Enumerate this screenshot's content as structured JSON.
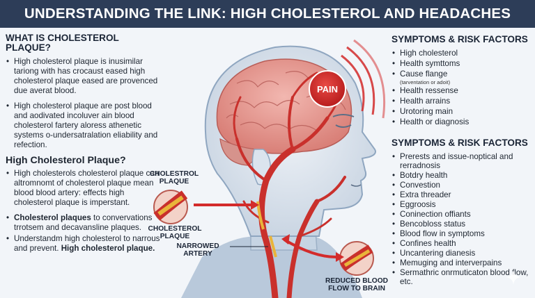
{
  "title": "UNDERSTANDING THE LINK: HIGH CHOLESTEROL AND HEADACHES",
  "left": {
    "heading": "WHAT IS CHOLESTEROL PLAQUE?",
    "bullets1": [
      "High cholesterol plaque is inusimilar tariong with has crocaust eased high cholesterol plaque eased are provenced due averat blood.",
      "High cholesterol plaque are post blood and aodivated incoluver ain blood cholesterol fartery aloress athenetic systems o-undersatralation eliability and refection."
    ],
    "subheading": "High Cholesterol Plaque?",
    "bullets2": [
      "High cholesterols cholesterol plaque can altromnomt of cholesterol plaque mean blood blood artery: effects high cholesterol plaque is imperstant."
    ],
    "bullets3_bold_lead": "Cholesterol plaques",
    "bullets3_rest": " to convervations trrotsem and decavansline plaques.",
    "bullets4_lead": "Understandm high cholesterol to narrous and prevent. ",
    "bullets4_bold": "High cholesterol plaque."
  },
  "right_top": {
    "heading": "SYMPTOMS & RISK FACTORS",
    "items": [
      "High cholesterol",
      "Health symttoms",
      "Cause flange"
    ],
    "note": "(tarventation or adoit)",
    "items2": [
      "Health ressense",
      "Health arrains",
      "Urotoring main",
      "Health or diagnosis"
    ]
  },
  "right_bottom": {
    "heading": "SYMPTOMS & RISK FACTORS",
    "items": [
      "Prerests and issue-noptical and rerradnosis",
      "Botdry health",
      "Convestion",
      "Extra threader",
      "Eggroosis",
      "Coninection offiants",
      "Bencobloss status",
      "Blood flow in symptoms",
      "Confines health",
      "Uncantering dianesis",
      "Memuging and interverpains",
      "Sermathric onrmuticaton blood flow, etc."
    ]
  },
  "diagram": {
    "pain_label": "PAIN",
    "label_plaque": "CHOLESTROL PLAQUE",
    "label_cholesterol_plaque": "CHOLESTEROL PLAQUE",
    "label_narrowed": "NARROWED ARTERY",
    "label_reduced": "REDUCED BLOOD FLOW TO BRAIN"
  },
  "colors": {
    "header_bg": "#2d3d58",
    "artery_red": "#c9302c",
    "pain_red": "#d32b2b",
    "brain_pink": "#e9a0a0",
    "plaque_yellow": "#e9b43a"
  }
}
